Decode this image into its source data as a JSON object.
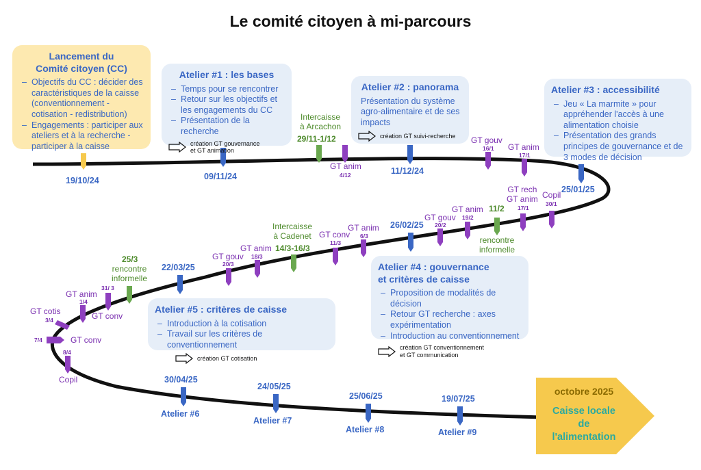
{
  "title": "Le comité citoyen à mi-parcours",
  "colors": {
    "blue": "#3a67c4",
    "purple": "#8e3fbf",
    "green": "#6aa84f",
    "yellow": "#f6c94d",
    "box_blue": "#e6eef8",
    "box_yellow": "#fde9b0"
  },
  "boxes": {
    "lancement": {
      "title_line1": "Lancement du",
      "title_line2": "Comité citoyen (CC)",
      "items": [
        "Objectifs du CC : décider des caractéristiques de la caisse (conventionnement - cotisation - redistribution)",
        "Engagements : participer aux ateliers et à la recherche - participer à la caisse"
      ]
    },
    "atelier1": {
      "title": "Atelier #1 : les bases",
      "items": [
        "Temps pour se rencontrer",
        "Retour sur les objectifs et les engagements du CC",
        "Présentation de la recherche"
      ],
      "creation": [
        "création GT gouvernance",
        "et GT animation"
      ]
    },
    "atelier2": {
      "title": "Atelier #2 : panorama",
      "text": "Présentation du système agro-alimentaire et de ses impacts",
      "creation": [
        "création GT suivi-recherche"
      ]
    },
    "atelier3": {
      "title": "Atelier #3 : accessibilité",
      "items": [
        "Jeu « La marmite » pour appréhender l'accès à une alimentation choisie",
        "Présentation des grands principes de gouvernance et de 3 modes de décision"
      ]
    },
    "atelier4": {
      "title_line1": "Atelier #4 : gouvernance",
      "title_line2": "et critères de caisse",
      "items": [
        "Proposition de modalités de décision",
        "Retour GT recherche : axes expérimentation",
        "Introduction au conventionnement"
      ],
      "creation": [
        "création GT conventionnement",
        "et GT communication"
      ]
    },
    "atelier5": {
      "title": "Atelier #5 : critères de caisse",
      "items": [
        "Introduction à la cotisation",
        "Travail sur les critères de conventionnement"
      ],
      "creation": [
        "création GT cotisation"
      ]
    }
  },
  "dates": {
    "d1": "19/10/24",
    "d2": "09/11/24",
    "d3": "11/12/24",
    "d4": "25/01/25",
    "d5": "26/02/25",
    "d6": "22/03/25",
    "d7": "30/04/25",
    "d8": "24/05/25",
    "d9": "25/06/25",
    "d10": "19/07/25"
  },
  "future": {
    "a6": "Atelier #6",
    "a7": "Atelier #7",
    "a8": "Atelier #8",
    "a9": "Atelier #9"
  },
  "gt": {
    "anim_4_12": {
      "name": "GT anim",
      "date": "4/12"
    },
    "gouv_16_1": {
      "name": "GT gouv",
      "date": "16/1"
    },
    "anim_17_1a": {
      "name": "GT anim",
      "date": "17/1"
    },
    "rech_anim_17_1": {
      "name1": "GT rech",
      "name2": "GT anim",
      "date": "17/1"
    },
    "copil_30_1": {
      "name": "Copil",
      "date": "30/1"
    },
    "anim_19_2": {
      "name": "GT anim",
      "date": "19/2"
    },
    "gouv_20_2": {
      "name": "GT gouv",
      "date": "20/2"
    },
    "anim_6_3": {
      "name": "GT anim",
      "date": "6/3"
    },
    "conv_11_3": {
      "name": "GT conv",
      "date": "11/3"
    },
    "anim_18_3": {
      "name": "GT anim",
      "date": "18/3"
    },
    "gouv_20_3": {
      "name": "GT gouv",
      "date": "20/3"
    },
    "conv_31_3": {
      "name": "GT conv",
      "date": "31/ 3"
    },
    "anim_1_4": {
      "name": "GT anim",
      "date": "1/4"
    },
    "cotis_3_4": {
      "name": "GT cotis",
      "date": "3/4"
    },
    "conv_7_4": {
      "name": "GT conv",
      "date": "7/4"
    },
    "copil_8_4": {
      "name": "Copil",
      "date": "8/4"
    }
  },
  "green": {
    "arcachon": {
      "line1": "Intercaisse",
      "line2": "à Arcachon",
      "date": "29/11-1/12"
    },
    "cadenet": {
      "line1": "Intercaisse",
      "line2": "à Cadenet",
      "date": "14/3-16/3"
    },
    "rencontre_11_2": {
      "date": "11/2",
      "line1": "rencontre",
      "line2": "informelle"
    },
    "rencontre_25_3": {
      "date": "25/3",
      "line1": "rencontre",
      "line2": "informelle"
    }
  },
  "final": {
    "date": "octobre 2025",
    "line1": "Caisse locale",
    "line2": "de",
    "line3": "l'alimentation"
  }
}
